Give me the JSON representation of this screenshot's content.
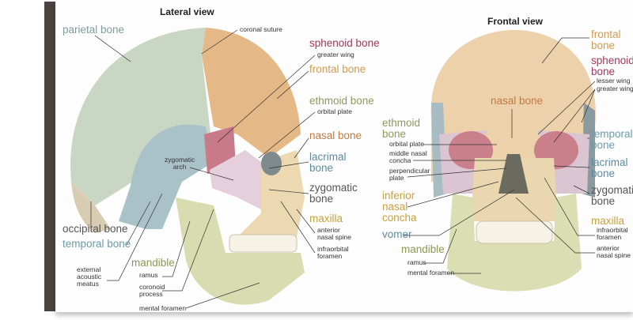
{
  "colors": {
    "parietal": "#7f9c9c",
    "frontal": "#d29a52",
    "sphenoid": "#a2385c",
    "ethmoid": "#8c9a5c",
    "nasal": "#c27a42",
    "lacrimal": "#5d8ca2",
    "zygomatic": "#555555",
    "maxilla": "#c8a040",
    "occipital": "#555555",
    "temporal": "#6b9cab",
    "mandible": "#8a9a50",
    "vomer": "#5d8ca2"
  },
  "lateral": {
    "title": "Lateral view",
    "parietal": "parietal bone",
    "coronal_suture": "coronal suture",
    "sphenoid": "sphenoid bone",
    "greater_wing": "greater wing",
    "frontal": "frontal bone",
    "ethmoid": "ethmoid bone",
    "orbital_plate": "orbital plate",
    "nasal": "nasal bone",
    "lacrimal": [
      "lacrimal",
      "bone"
    ],
    "zygomatic": [
      "zygomatic",
      "bone"
    ],
    "maxilla": "maxilla",
    "anterior_nasal_spine": [
      "anterior",
      "nasal spine"
    ],
    "infraorbital_foramen": [
      "infraorbital",
      "foramen"
    ],
    "occipital": "occipital bone",
    "temporal": "temporal bone",
    "mandible": "mandible",
    "external_acoustic_meatus": [
      "external",
      "acoustic",
      "meatus"
    ],
    "ramus": "ramus",
    "coronoid_process": [
      "coronoid",
      "process"
    ],
    "mental_foramen": "mental foramen",
    "zygomatic_arch": [
      "zygomatic",
      "arch"
    ]
  },
  "frontal_view": {
    "title": "Frontal view",
    "frontal": [
      "frontal",
      "bone"
    ],
    "sphenoid": [
      "sphenoid",
      "bone"
    ],
    "lesser_wing": "lesser wing",
    "greater_wing": "greater wing",
    "nasal": "nasal bone",
    "ethmoid": [
      "ethmoid",
      "bone"
    ],
    "orbital_plate": "orbital plate",
    "middle_nasal_concha": [
      "middle nasal",
      "concha"
    ],
    "perpendicular_plate": [
      "perpendicular",
      "plate"
    ],
    "temporal": [
      "temporal",
      "bone"
    ],
    "lacrimal": [
      "lacrimal",
      "bone"
    ],
    "zygomatic": [
      "zygomatic",
      "bone"
    ],
    "inferior_nasal_concha": [
      "inferior",
      "nasal",
      "concha"
    ],
    "maxilla": "maxilla",
    "infraorbital_foramen": [
      "infraorbital",
      "foramen"
    ],
    "vomer": "vomer",
    "anterior_nasal_spine": [
      "anterior",
      "nasal spine"
    ],
    "mandible": "mandible",
    "ramus": "ramus",
    "mental_foramen": "mental foramen"
  }
}
